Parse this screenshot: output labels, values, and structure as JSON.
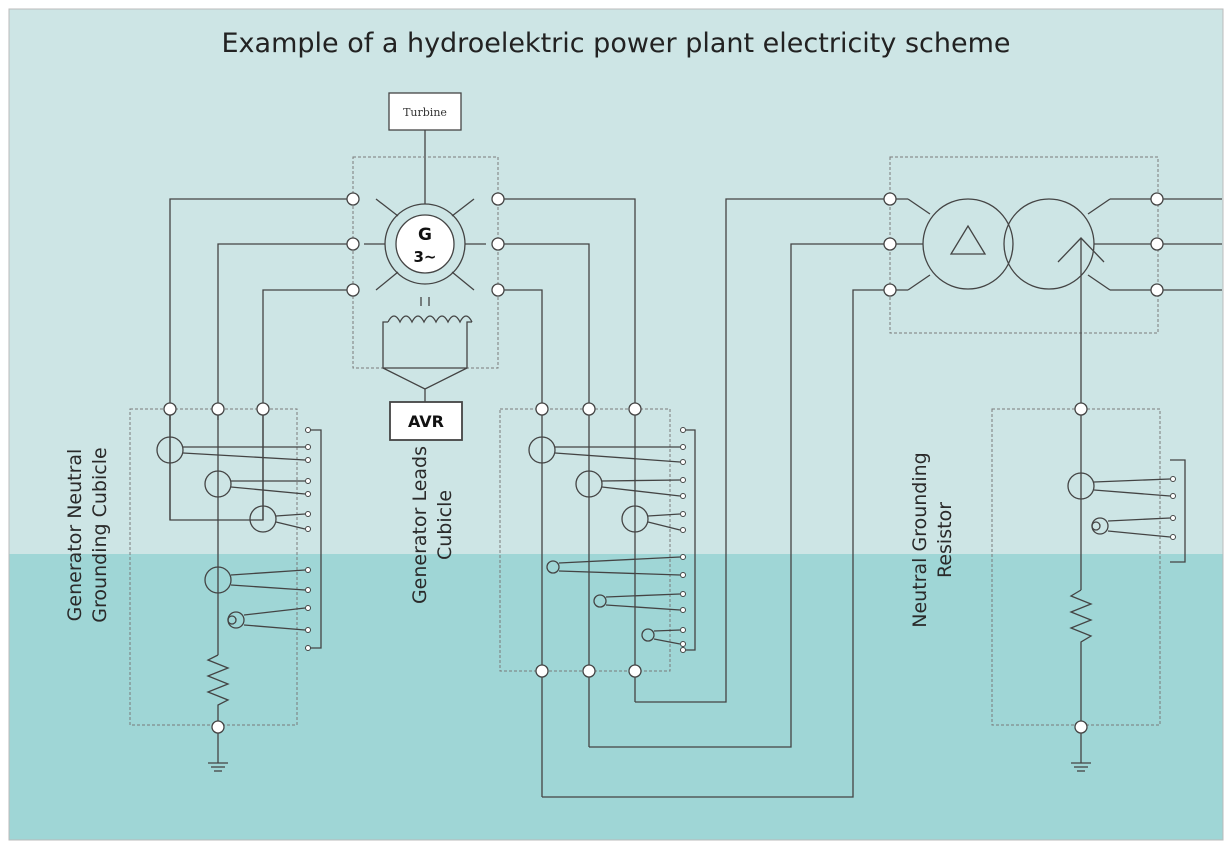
{
  "title": "Example of a hydroelektric power plant electricity scheme",
  "components": {
    "turbine": "Turbine",
    "generator": {
      "line1": "G",
      "line2": "3~"
    },
    "avr": "AVR"
  },
  "cubicles": {
    "neutral_grounding_cubicle": {
      "line1": "Generator Neutral",
      "line2": "Grounding Cubicle"
    },
    "leads_cubicle": {
      "line1": "Generator Leads",
      "line2": "Cubicle"
    },
    "neutral_grounding_resistor": {
      "line1": "Neutral Grounding",
      "line2": "Resistor"
    }
  },
  "colors": {
    "background_top": "#cde5e5",
    "background_bottom": "#9fd6d6",
    "line": "#444444",
    "dashed_box": "#7a7a7a"
  }
}
